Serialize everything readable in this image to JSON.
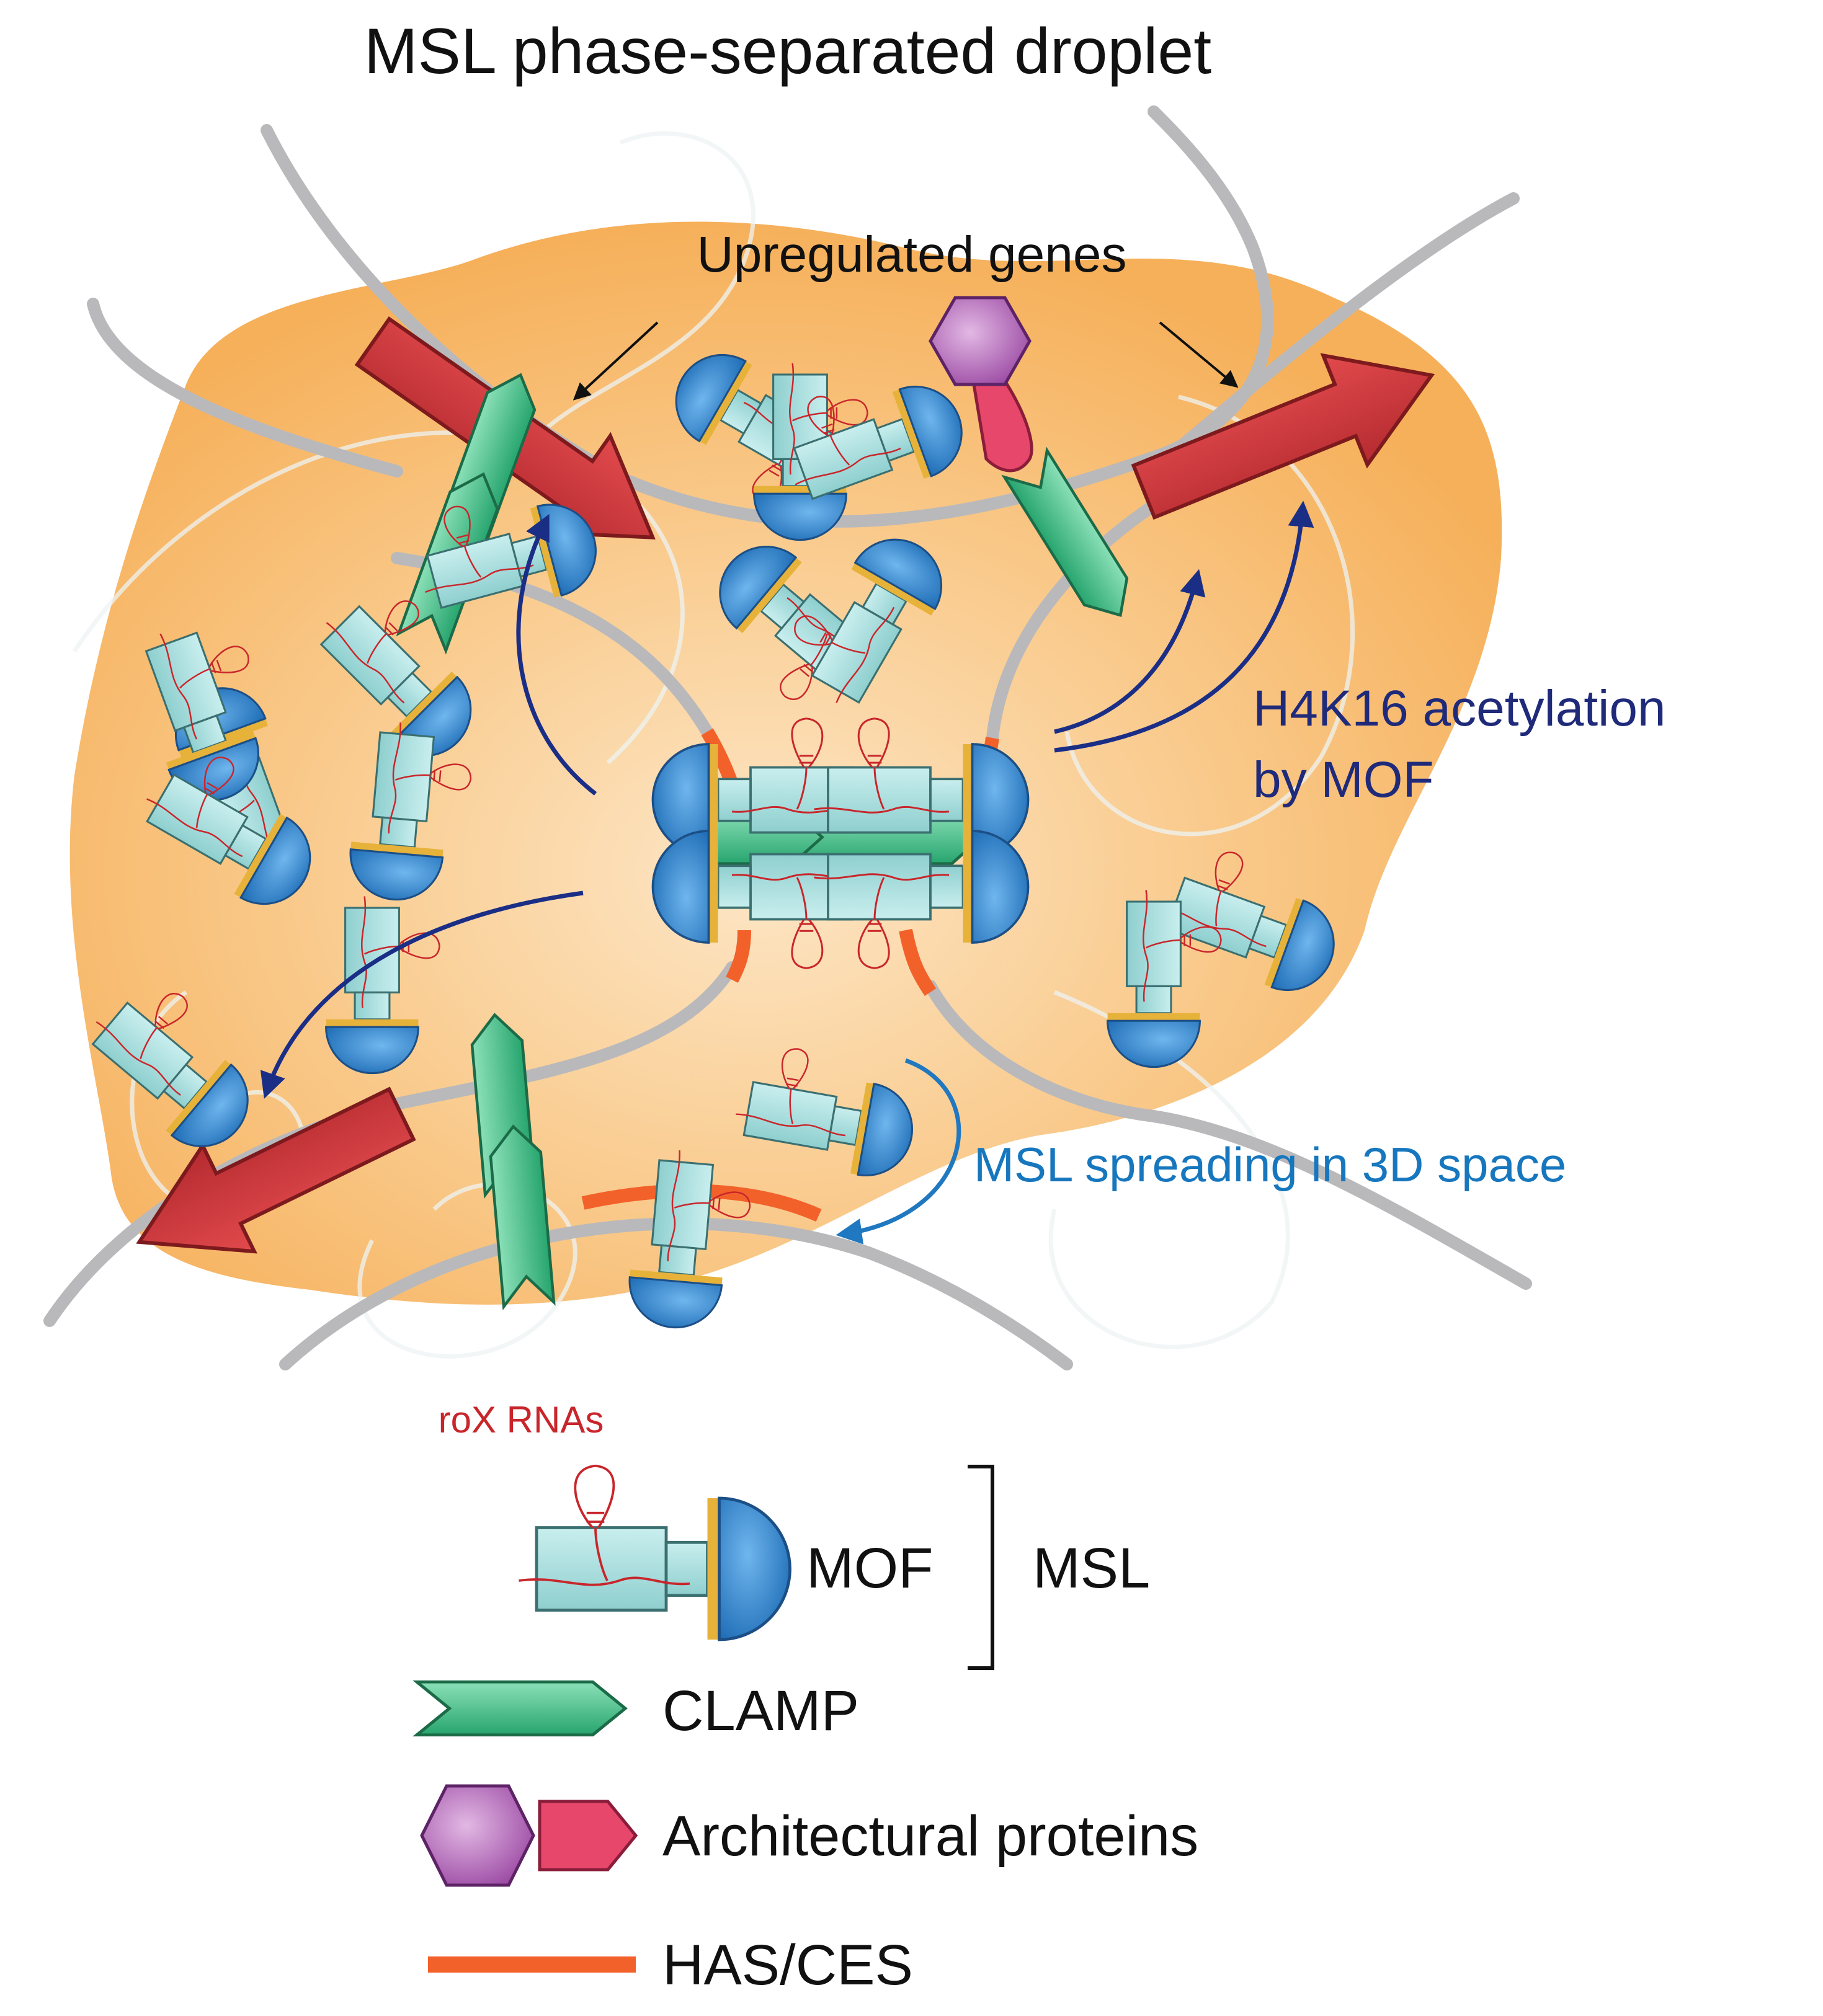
{
  "title": "MSL phase-separated droplet",
  "labels": {
    "upregulated_genes": "Upregulated genes",
    "acetylation_line1": "H4K16 acetylation",
    "acetylation_line2": "by MOF",
    "spreading": "MSL spreading in 3D space"
  },
  "legend": {
    "rox": "roX RNAs",
    "mof": "MOF",
    "msl": "MSL",
    "clamp": "CLAMP",
    "architectural": "Architectural proteins",
    "has_ces": "HAS/CES"
  },
  "colors": {
    "droplet": "#f6b05a",
    "droplet_core": "#fde3bf",
    "chromatin": "#b9b9bb",
    "has_ces": "#f2612a",
    "gene_arrow": "#d13a3d",
    "msl_body": "#a6dcdc",
    "mof": "#2f7fc6",
    "rox": "#c8262b",
    "clamp": "#36b47f",
    "arch_hex": "#b45fb8",
    "arch_tag": "#e8476c",
    "title_text": "#111111",
    "acetylation_text": "#1f2a7a",
    "spreading_text": "#1777be",
    "arrow_dark": "#1b2e86",
    "arrow_light": "#1f78c0"
  },
  "icons": [
    "msl-complex-icon",
    "mof-icon",
    "clamp-icon",
    "architectural-protein-icon",
    "gene-arrow-icon",
    "has-ces-line-icon"
  ]
}
